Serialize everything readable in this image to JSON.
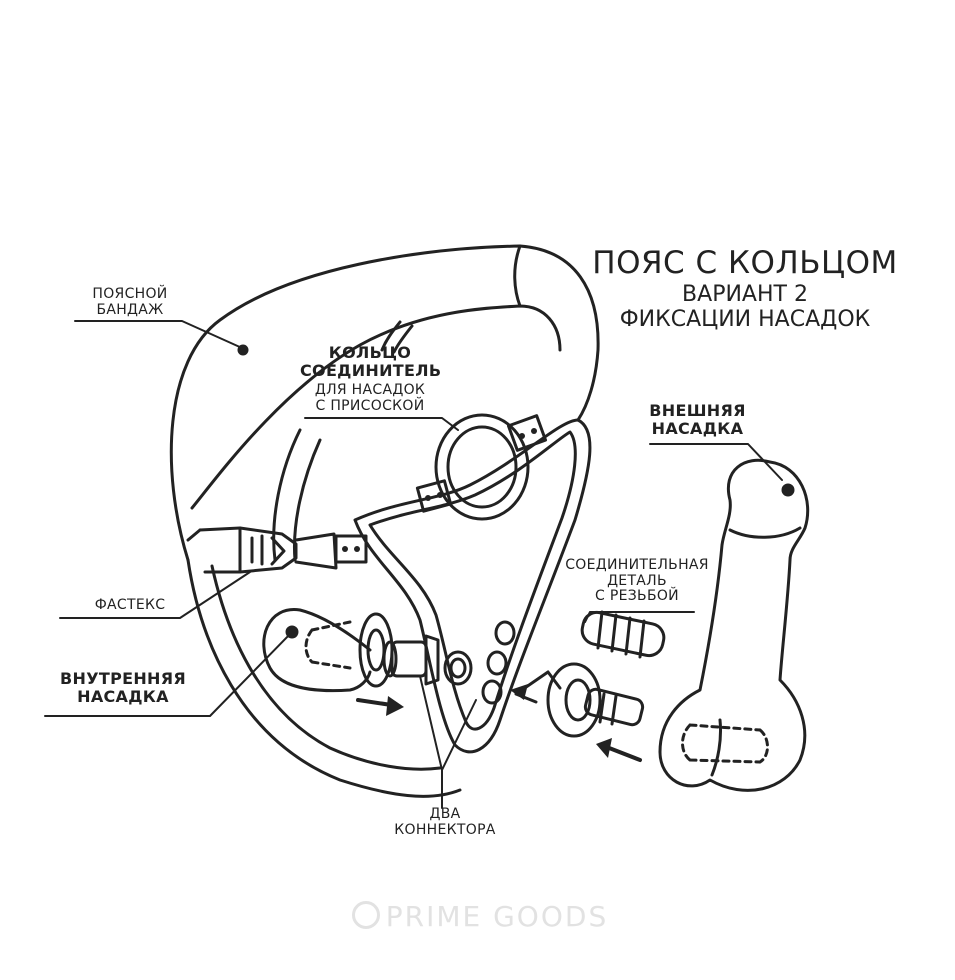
{
  "title": {
    "main": "ПОЯС С КОЛЬЦОМ",
    "line2": "ВАРИАНТ 2",
    "line3": "ФИКСАЦИИ НАСАДОК"
  },
  "labels": {
    "waist_band": [
      "ПОЯСНОЙ",
      "БАНДАЖ"
    ],
    "ring_connector": [
      "КОЛЬЦО",
      "СОЕДИНИТЕЛЬ"
    ],
    "ring_connector_sub": [
      "ДЛЯ НАСАДОК",
      "С ПРИСОСКОЙ"
    ],
    "outer_attachment": [
      "ВНЕШНЯЯ",
      "НАСАДКА"
    ],
    "threaded_connector": [
      "СОЕДИНИТЕЛЬНАЯ",
      "ДЕТАЛЬ",
      "С РЕЗЬБОЙ"
    ],
    "fastex": "ФАСТЕКС",
    "inner_attachment": [
      "ВНУТРЕННЯЯ",
      "НАСАДКА"
    ],
    "two_connectors": [
      "ДВА",
      "КОННЕКТОРА"
    ]
  },
  "watermark": "PRIME GOODS",
  "colors": {
    "line": "#222222",
    "background": "#ffffff",
    "watermark": "#e2e2e2"
  },
  "icons": [
    "arrow-right-icon",
    "arrow-left-icon",
    "watermark-logo-icon"
  ]
}
